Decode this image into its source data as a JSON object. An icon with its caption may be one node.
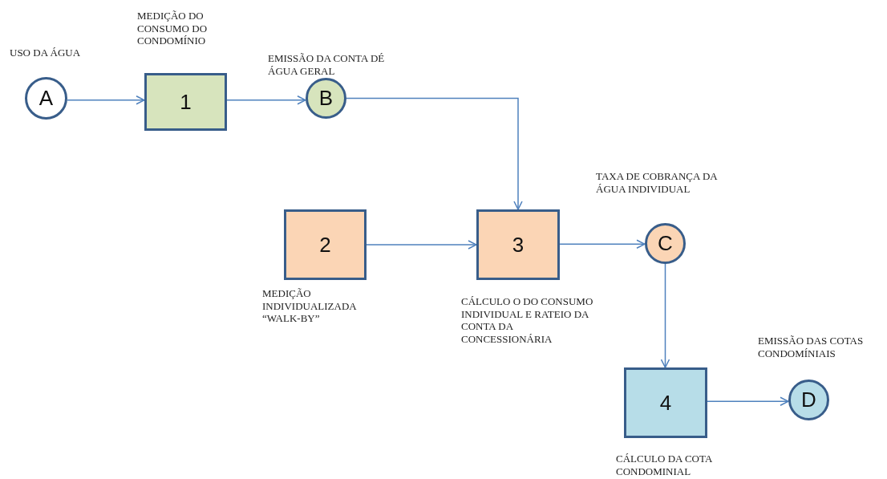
{
  "diagram": {
    "nodes": [
      {
        "text": [
          "A"
        ],
        "beside": [
          "USO DA ÁGUA"
        ]
      },
      {
        "text": [
          "1"
        ],
        "beside": [
          "MEDIÇÃO DO CONSUMO DO CONDOMÍNIO"
        ]
      },
      {
        "text": [
          "B"
        ],
        "beside": [
          "EMISSÃO DA CONTA DÉ ÁGUA GERAL"
        ]
      },
      {
        "text": [
          "2"
        ],
        "beside": [
          "MEDIÇÃO INDIVIDUALIZADA “WALK-BY”"
        ]
      },
      {
        "text": [
          "3"
        ],
        "beside": [
          "CÁLCULO O DO CONSUMO INDIVIDUAL E RATEIO DA CONTA DA CONCESSIONÁRIA"
        ]
      },
      {
        "text": [
          "C"
        ],
        "beside": [
          "TAXA DE COBRANÇA DA ÁGUA INDIVIDUAL"
        ]
      },
      {
        "text": [
          "4"
        ],
        "beside": [
          "CÁLCULO DA COTA CONDOMINIAL"
        ]
      },
      {
        "text": [
          "D"
        ],
        "beside": [
          "EMISSÃO DAS COTAS CONDOMÍNIAIS"
        ]
      }
    ],
    "edges": [
      {
        "from": 0,
        "to": 1,
        "arrow": "to"
      },
      {
        "from": 1,
        "to": 2,
        "arrow": "to"
      },
      {
        "from": 2,
        "to": 4,
        "arrow": "to"
      },
      {
        "from": 3,
        "to": 4,
        "arrow": "to"
      },
      {
        "from": 4,
        "to": 5,
        "arrow": "to"
      },
      {
        "from": 5,
        "to": 6,
        "arrow": "to"
      },
      {
        "from": 6,
        "to": 7,
        "arrow": "to"
      }
    ]
  }
}
